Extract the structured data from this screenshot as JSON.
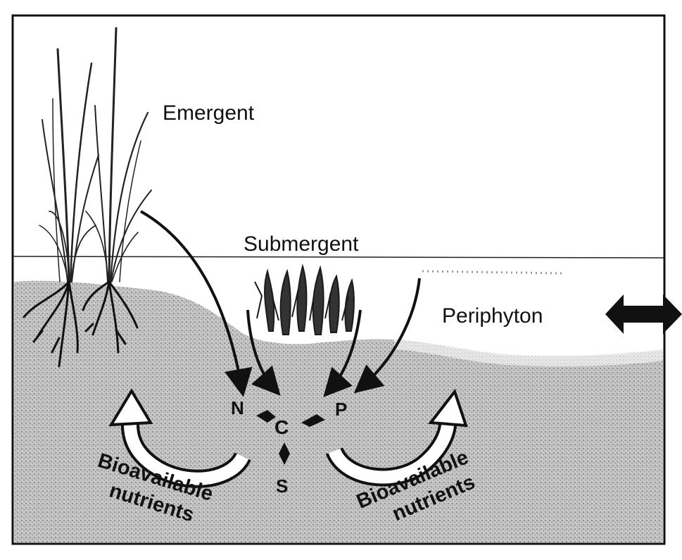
{
  "labels": {
    "emergent": "Emergent",
    "submergent": "Submergent",
    "periphyton": "Periphyton",
    "n": "N",
    "c": "C",
    "p": "P",
    "s": "S",
    "left_bio_1": "Bioavailable",
    "left_bio_2": "nutrients",
    "right_bio_1": "Bioavailable",
    "right_bio_2": "nutrients"
  },
  "icons": {
    "exchange_arrow": "double-headed-arrow-icon",
    "cycle_arrow": "curved-cycle-arrow-icon"
  },
  "colors": {
    "ink": "#111111",
    "sediment": "#bdbdbd",
    "water": "#f4f4f4"
  }
}
